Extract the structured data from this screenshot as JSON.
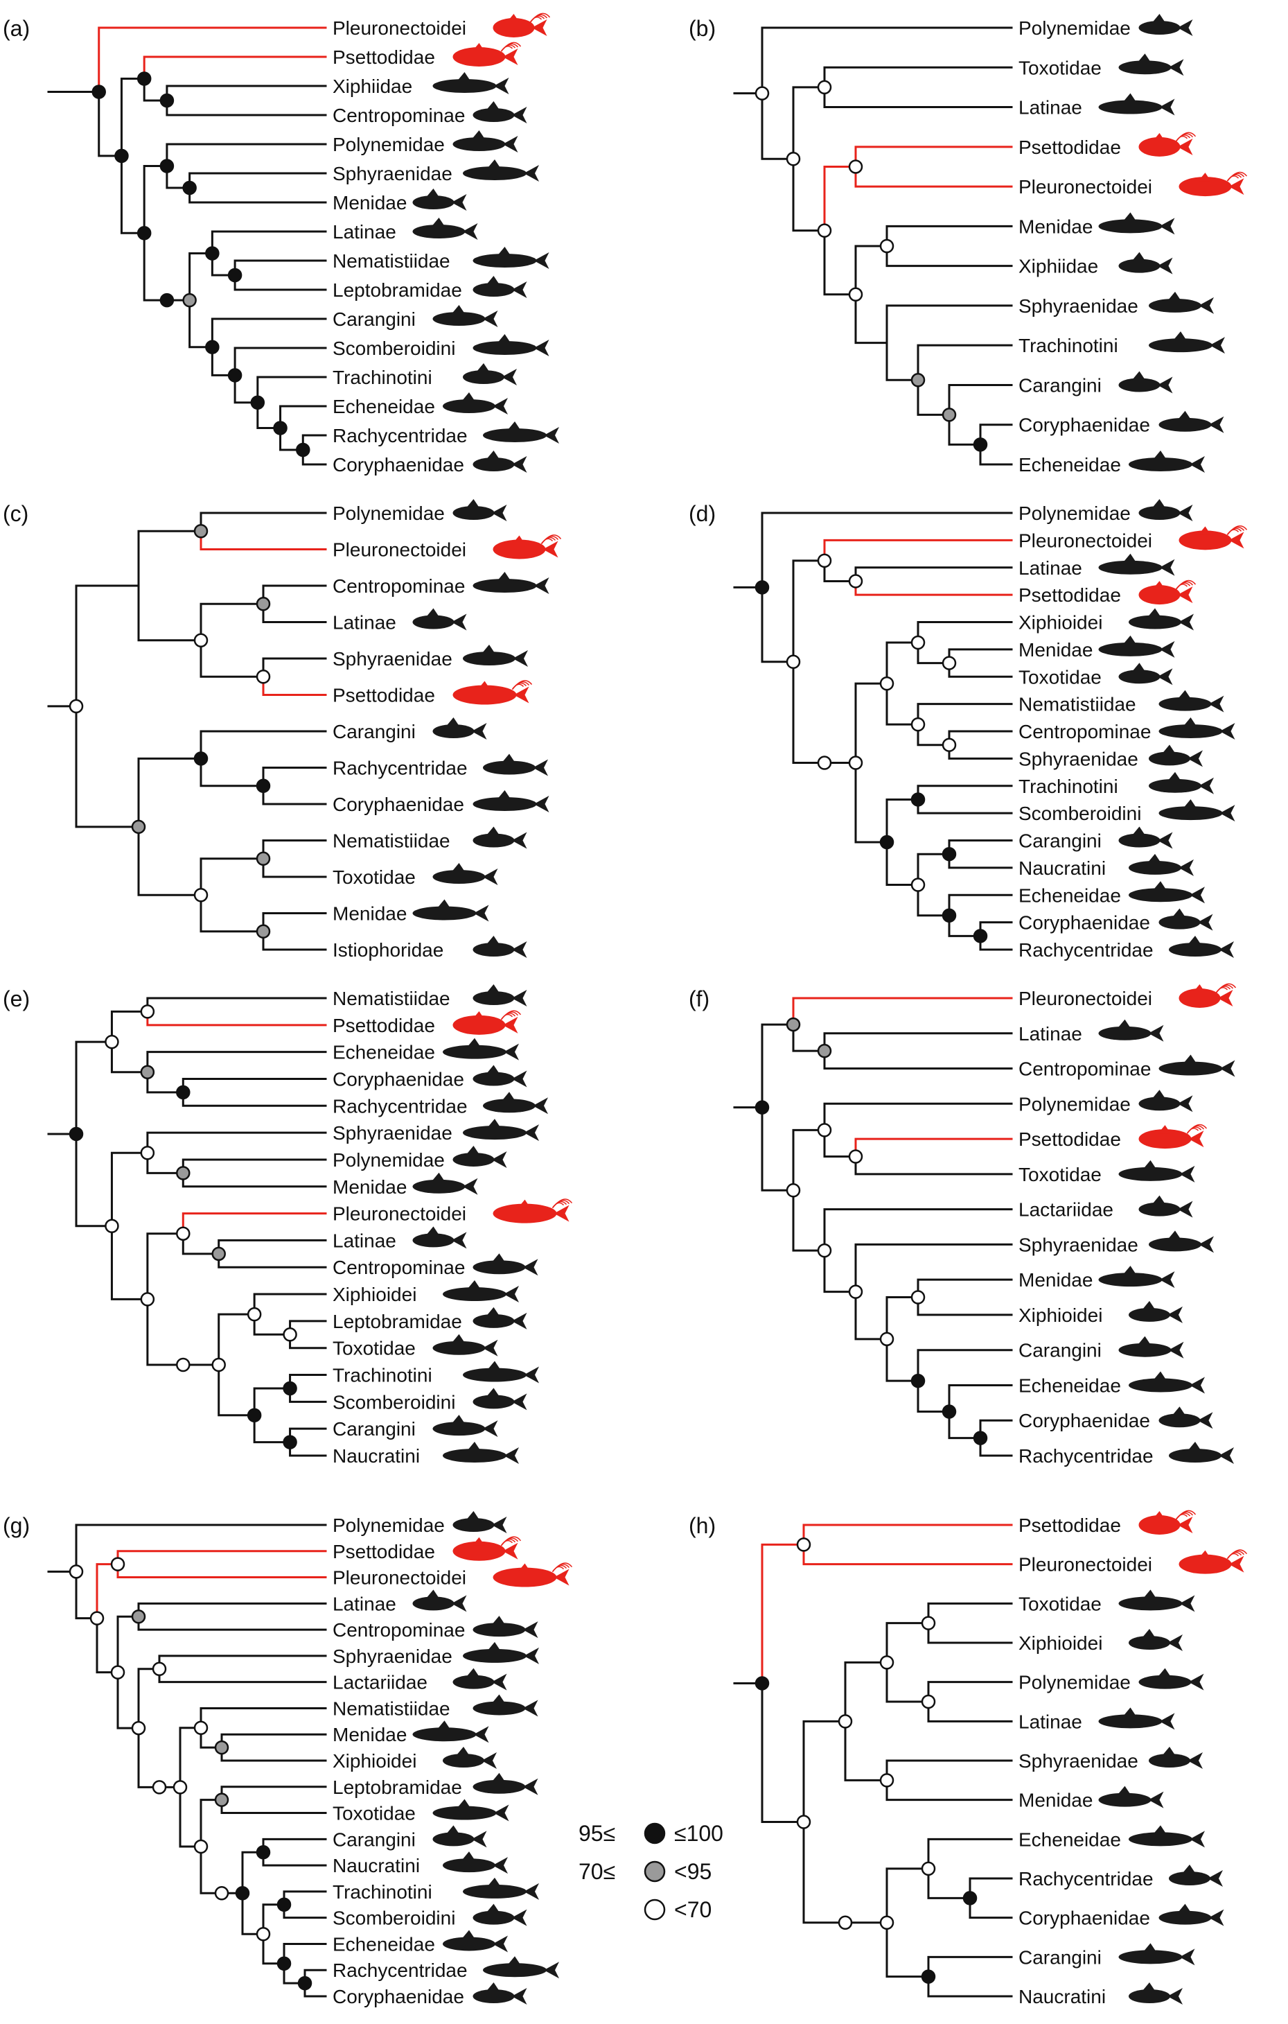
{
  "colors": {
    "branch": "#111111",
    "highlight": "#e8231b",
    "support_high": "#111111",
    "support_mid": "#9a9a9a",
    "support_low": "#ffffff",
    "silhouette": "#1a1a1a"
  },
  "legend": {
    "items": [
      {
        "left": "95≤",
        "right": "≤100",
        "category": "high"
      },
      {
        "left": "70≤",
        "right": "<95",
        "category": "mid"
      },
      {
        "left": "",
        "right": "<70",
        "category": "low"
      }
    ]
  },
  "panels": [
    {
      "label": "(a)",
      "tree": "((Pleuronectoidei*,((Psettodidae*,(Xiphiidae,Centropominae)H)H,((Polynemidae,(Sphyraenidae,Menidae)H)H,(((Latinae,(Nematistiidae,Leptobramidae)H)H,(Carangini,(Scomberoidini,(Trachinotini,(Echeneidae,(Rachycentridae,Coryphaenidae)H)H)H)H)H)M)H)H)H)H)",
      "taxa": [
        "Pleuronectoidei",
        "Psettodidae",
        "Xiphiidae",
        "Centropominae",
        "Polynemidae",
        "Sphyraenidae",
        "Menidae",
        "Latinae",
        "Nematistiidae",
        "Leptobramidae",
        "Carangini",
        "Scomberoidini",
        "Trachinotini",
        "Echeneidae",
        "Rachycentridae",
        "Coryphaenidae"
      ]
    },
    {
      "label": "(b)",
      "tree": "(Polynemidae,((Toxotidae,Latinae)L,((Psettodidae*,Pleuronectoidei*)L*,((Menidae,Xiphiidae)L,(Sphyraenidae,(Trachinotini,(Carangini,(Coryphaenidae,Echeneidae)H)M)M))L)L)L)L",
      "taxa": [
        "Polynemidae",
        "Toxotidae",
        "Latinae",
        "Psettodidae",
        "Pleuronectoidei",
        "Menidae",
        "Xiphiidae",
        "Sphyraenidae",
        "Trachinotini",
        "Carangini",
        "Coryphaenidae",
        "Echeneidae"
      ]
    },
    {
      "label": "(c)",
      "tree": "(((Polynemidae,Pleuronectoidei*)M,((Centropominae,Latinae)M,(Sphyraenidae,Psettodidae*)L)L),((Carangini,(Rachycentridae,Coryphaenidae)H)H,((Nematistiidae,Toxotidae)M,(Menidae,Istiophoridae)M)L)M)L)H",
      "taxa": [
        "Polynemidae",
        "Pleuronectoidei",
        "Centropominae",
        "Latinae",
        "Sphyraenidae",
        "Psettodidae",
        "Carangini",
        "Rachycentridae",
        "Coryphaenidae",
        "Nematistiidae",
        "Toxotidae",
        "Menidae",
        "Istiophoridae"
      ]
    },
    {
      "label": "(d)",
      "tree": "(Polynemidae,((Pleuronectoidei*,(Latinae,Psettodidae*)L)L,((((Xiphioidei,(Menidae,Toxotidae)L)L,(Nematistiidae,(Centropominae,Sphyraenidae)L)L)L,((Trachinotini,Scomberoidini)H,((Carangini,Naucratini)H,(Echeneidae,(Coryphaenidae,Rachycentridae)H)H)L)H)L)L)L)H",
      "taxa": [
        "Polynemidae",
        "Pleuronectoidei",
        "Latinae",
        "Psettodidae",
        "Xiphioidei",
        "Menidae",
        "Toxotidae",
        "Nematistiidae",
        "Centropominae",
        "Sphyraenidae",
        "Trachinotini",
        "Scomberoidini",
        "Carangini",
        "Naucratini",
        "Echeneidae",
        "Coryphaenidae",
        "Rachycentridae"
      ]
    },
    {
      "label": "(e)",
      "tree": "(((Nematistiidae,Psettodidae*)L,(Echeneidae,(Coryphaenidae,Rachycentridae)H)M)L,((Sphyraenidae,(Polynemidae,Menidae)M)L,((Pleuronectoidei*,(Latinae,Centropominae)M)L,(((Xiphioidei,(Leptobramidae,Toxotidae)L)L,((Trachinotini,Scomberoidini)H,(Carangini,Naucratini)H)H)L)L)L)L)H",
      "taxa": [
        "Nematistiidae",
        "Psettodidae",
        "Echeneidae",
        "Coryphaenidae",
        "Rachycentridae",
        "Sphyraenidae",
        "Polynemidae",
        "Menidae",
        "Pleuronectoidei",
        "Latinae",
        "Centropominae",
        "Xiphioidei",
        "Leptobramidae",
        "Toxotidae",
        "Trachinotini",
        "Scomberoidini",
        "Carangini",
        "Naucratini"
      ]
    },
    {
      "label": "(f)",
      "tree": "((Pleuronectoidei*,(Latinae,Centropominae)M)M,((Polynemidae,(Psettodidae*,Toxotidae)L)L,(Lactariidae,(Sphyraenidae,((Menidae,Xiphioidei)L,(Carangini,(Echeneidae,(Coryphaenidae,Rachycentridae)H)H)H)L)L)L)L)H",
      "taxa": [
        "Pleuronectoidei",
        "Latinae",
        "Centropominae",
        "Polynemidae",
        "Psettodidae",
        "Toxotidae",
        "Lactariidae",
        "Sphyraenidae",
        "Menidae",
        "Xiphioidei",
        "Carangini",
        "Echeneidae",
        "Coryphaenidae",
        "Rachycentridae"
      ]
    },
    {
      "label": "(g)",
      "tree": "(Polynemidae,((Psettodidae*,Pleuronectoidei*)L*,((Latinae,Centropominae)M,((Sphyraenidae,Lactariidae)L,(((Nematistiidae,(Menidae,Xiphioidei)M)L,((Leptobramidae,Toxotidae)M,(((Carangini,Naucratini)H,((Trachinotini,Scomberoidini)H,(Echeneidae,(Rachycentridae,Coryphaenidae)H)H)L)H)L)L)L)L)L)L)L)L",
      "taxa": [
        "Polynemidae",
        "Psettodidae",
        "Pleuronectoidei",
        "Latinae",
        "Centropominae",
        "Sphyraenidae",
        "Lactariidae",
        "Nematistiidae",
        "Menidae",
        "Xiphioidei",
        "Leptobramidae",
        "Toxotidae",
        "Carangini",
        "Naucratini",
        "Trachinotini",
        "Scomberoidini",
        "Echeneidae",
        "Rachycentridae",
        "Coryphaenidae"
      ]
    },
    {
      "label": "(h)",
      "tree": "((Psettodidae*,Pleuronectoidei*)L*,((((Toxotidae,Xiphioidei)L,(Polynemidae,Latinae)L)L,(Sphyraenidae,Menidae)L)L,(((Echeneidae,(Rachycentridae,Coryphaenidae)H)L,(Carangini,Naucratini)H)L)L)L)H*",
      "taxa": [
        "Psettodidae",
        "Pleuronectoidei",
        "Toxotidae",
        "Xiphioidei",
        "Polynemidae",
        "Latinae",
        "Sphyraenidae",
        "Menidae",
        "Echeneidae",
        "Rachycentridae",
        "Coryphaenidae",
        "Carangini",
        "Naucratini"
      ]
    }
  ]
}
